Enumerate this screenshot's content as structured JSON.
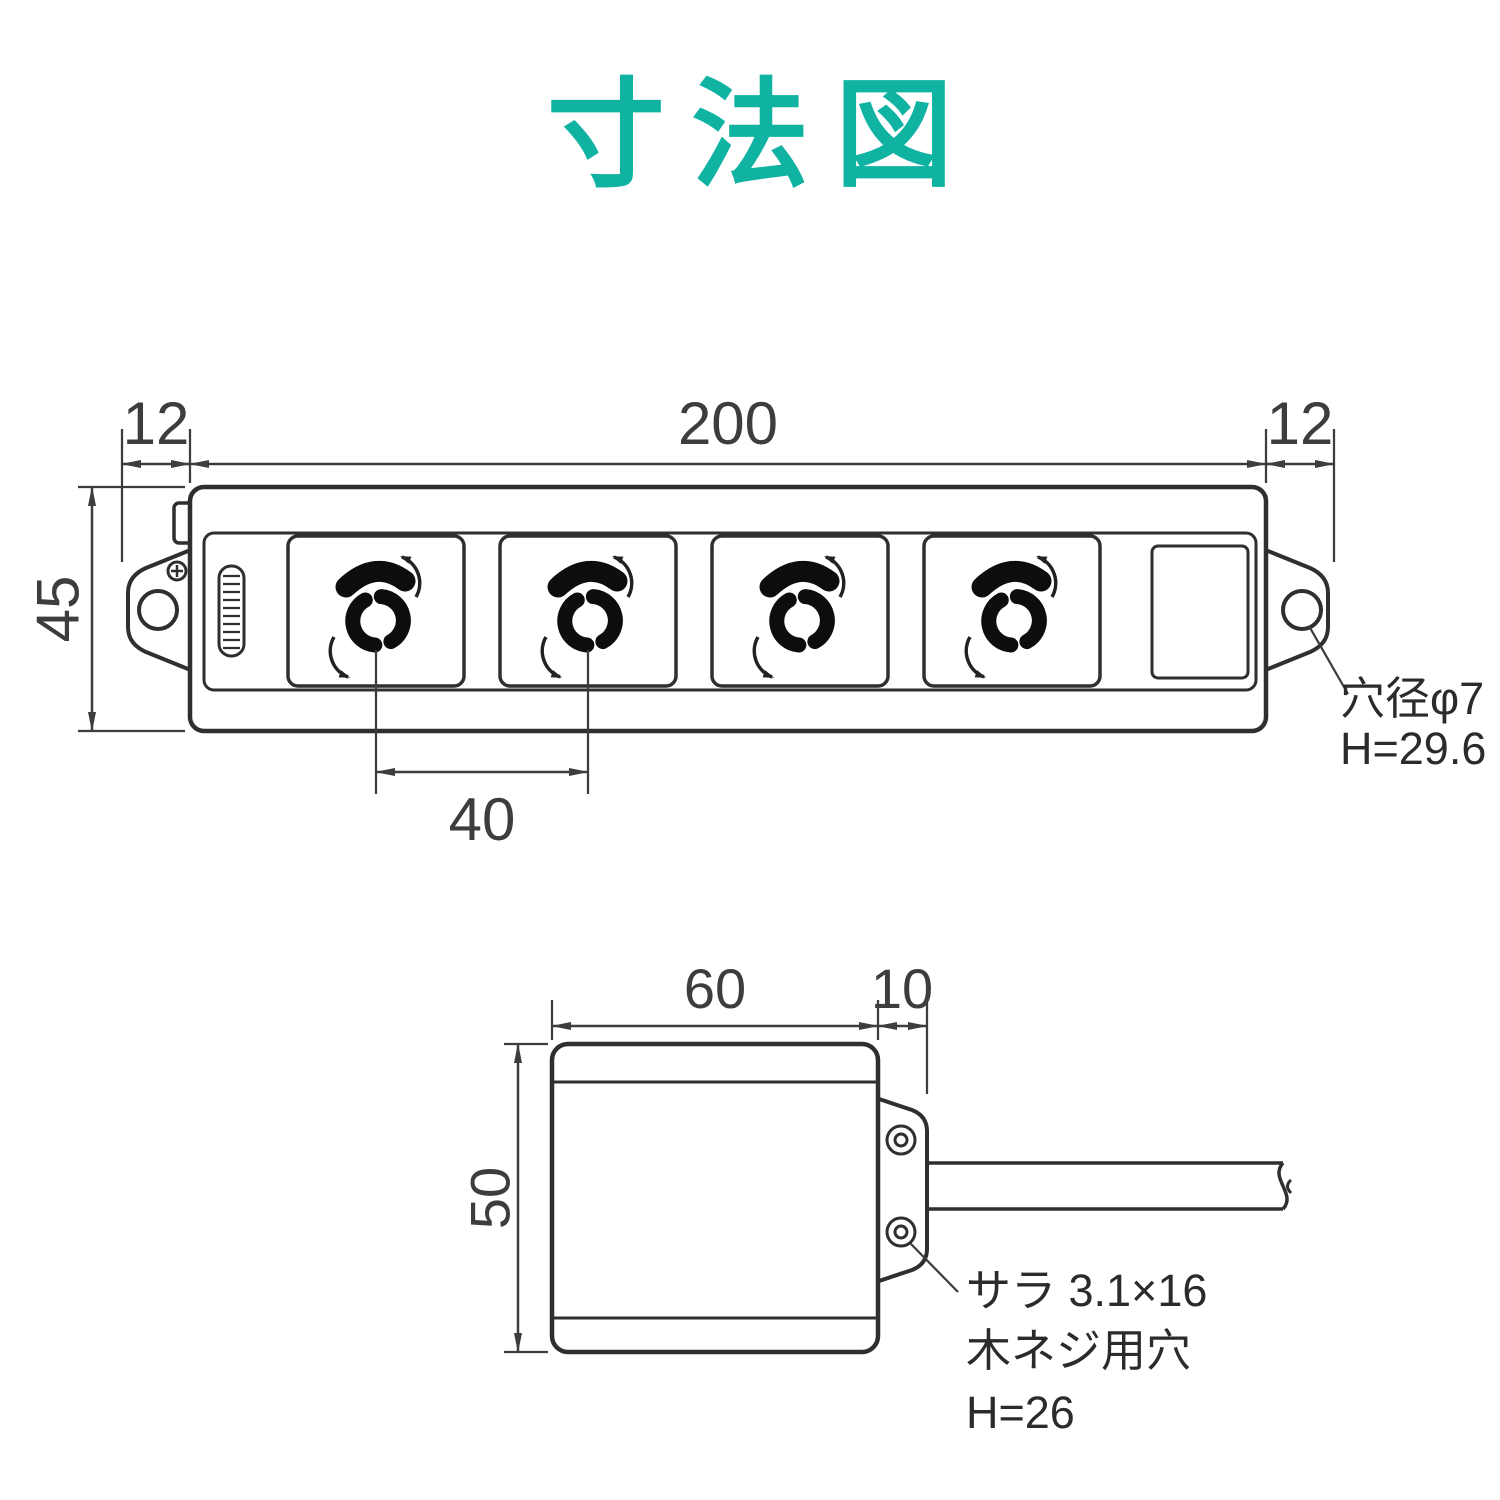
{
  "title": "寸法図",
  "colors": {
    "accent": "#10b3a2",
    "line": "#2f2f2f",
    "dim": "#3d3d3d",
    "slot": "#0d0d0d"
  },
  "top_view": {
    "dim_left_tab": "12",
    "dim_body_width": "200",
    "dim_right_tab": "12",
    "dim_height": "45",
    "dim_outlet_pitch": "40",
    "hole_note_line1": "穴径φ7",
    "hole_note_line2": "H=29.6"
  },
  "side_view": {
    "dim_body_width": "60",
    "dim_tab_width": "10",
    "dim_height": "50",
    "screw_note_line1": "サラ 3.1×16",
    "screw_note_line2": "木ネジ用穴",
    "screw_note_line3": "H=26"
  }
}
